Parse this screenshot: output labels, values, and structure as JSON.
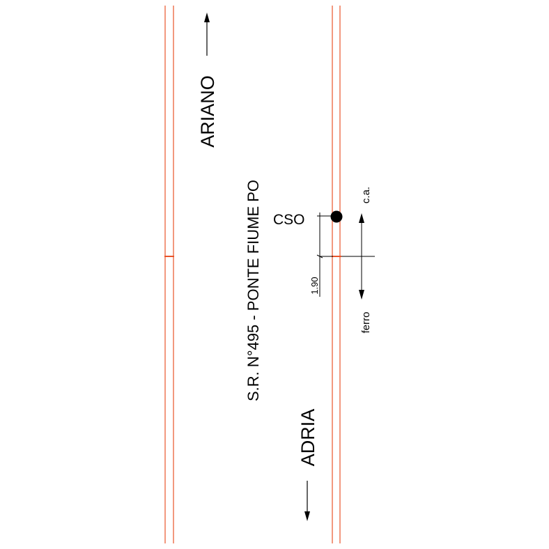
{
  "labels": {
    "north_destination": "ARIANO",
    "south_destination": "ADRIA",
    "road_title": "S.R. N°495 - PONTE FIUME PO",
    "marker": "CSO",
    "dimension": "1.90",
    "material_up": "c.a.",
    "material_down": "ferro"
  },
  "colors": {
    "road_edge": "#e8542a",
    "ink": "#000000",
    "background": "#ffffff"
  }
}
